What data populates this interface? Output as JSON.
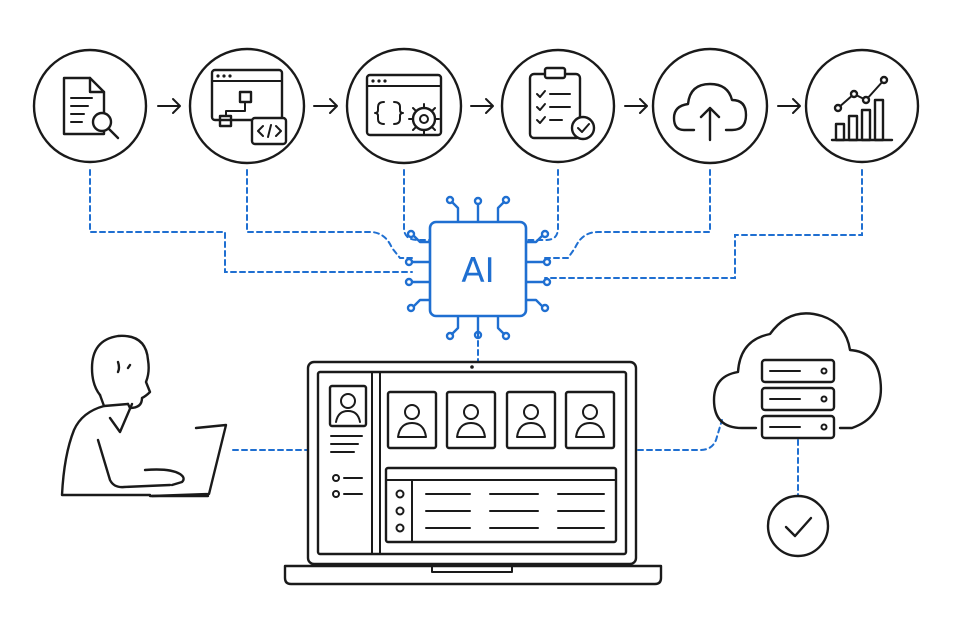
{
  "ai_chip": {
    "label": "AI"
  },
  "pipeline": [
    {
      "step": "document-search",
      "icon": "document-search-icon"
    },
    {
      "step": "workflow-code",
      "icon": "workflow-code-icon"
    },
    {
      "step": "code-settings",
      "icon": "code-settings-icon"
    },
    {
      "step": "checklist-approval",
      "icon": "checklist-check-icon"
    },
    {
      "step": "cloud-upload",
      "icon": "cloud-upload-icon"
    },
    {
      "step": "analytics-growth",
      "icon": "bar-chart-trend-icon"
    }
  ],
  "colors": {
    "accent": "#1f6fd1",
    "line": "#1a1a1a",
    "background": "#ffffff"
  }
}
